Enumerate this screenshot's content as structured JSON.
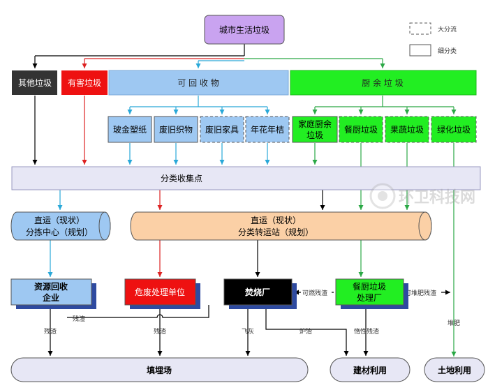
{
  "title": "城市生活垃圾",
  "legend": {
    "dashed": "大分流",
    "solid": "细分类"
  },
  "categories": {
    "other": "其他垃圾",
    "hazardous": "有害垃圾",
    "recyclable": "可 回 收 物",
    "kitchen": "厨 余 垃 圾"
  },
  "recyclable_items": [
    "玻金塑纸",
    "废旧织物",
    "废旧家具",
    "年花年桔"
  ],
  "kitchen_items": {
    "household_line1": "家庭厨余",
    "household_line2": "垃圾",
    "restaurant": "餐厨垃圾",
    "fruit_veg": "果蔬垃圾",
    "greening": "绿化垃圾"
  },
  "collection_point": "分类收集点",
  "sorting_center": {
    "line1": "直运（现状）",
    "line2": "分拣中心（规划）"
  },
  "transfer_station": {
    "line1": "直运（现状）",
    "line2": "分类转运站（规划）"
  },
  "facilities": {
    "recycling_enterprise_line1": "资源回收",
    "recycling_enterprise_line2": "企业",
    "hazardous_unit": "危废处理单位",
    "incineration": "焚烧厂",
    "kitchen_plant_line1": "餐厨垃圾",
    "kitchen_plant_line2": "处理厂"
  },
  "flow_labels": {
    "combustible_residue": "可燃残渣",
    "compostable_residue": "可堆肥残渣",
    "residue_a": "残渣",
    "residue_b": "残渣",
    "residue_c": "残渣",
    "fly_ash": "飞灰",
    "slag": "炉渣",
    "inert_residue": "惰性残渣",
    "compost": "堆肥"
  },
  "destinations": {
    "landfill": "填埋场",
    "building_materials": "建材利用",
    "land_use": "土地利用"
  },
  "watermark": "环卫科技网",
  "colors": {
    "purple": "#c9a3f0",
    "dark": "#333333",
    "red": "#ee1111",
    "blue": "#9ec8f2",
    "green": "#22ee22",
    "light": "#e7e7f5",
    "peach": "#fbd0a6",
    "navy_shadow": "#2e4aa0",
    "arrow_black": "#000000",
    "arrow_red": "#dd2222",
    "arrow_blue": "#29a8d8",
    "arrow_green": "#2aa845"
  }
}
